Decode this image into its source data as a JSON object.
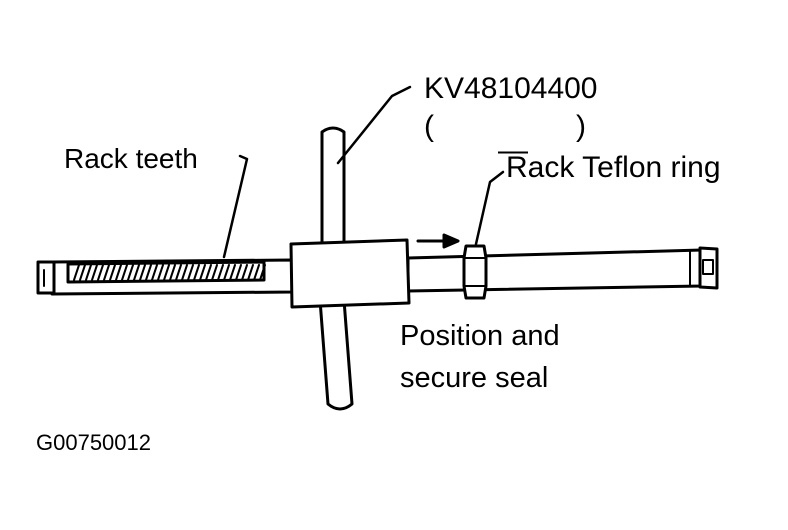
{
  "labels": {
    "tool_number": "KV48104400",
    "tool_alt_open": "(",
    "tool_alt_dash": "—",
    "tool_alt_close": ")",
    "rack_teeth": "Rack teeth",
    "rack_teflon_ring": "Rack Teflon ring",
    "position_line1": "Position and",
    "position_line2": "secure seal",
    "figure_code": "G00750012"
  },
  "colors": {
    "ink": "#000000",
    "paper": "#ffffff"
  }
}
